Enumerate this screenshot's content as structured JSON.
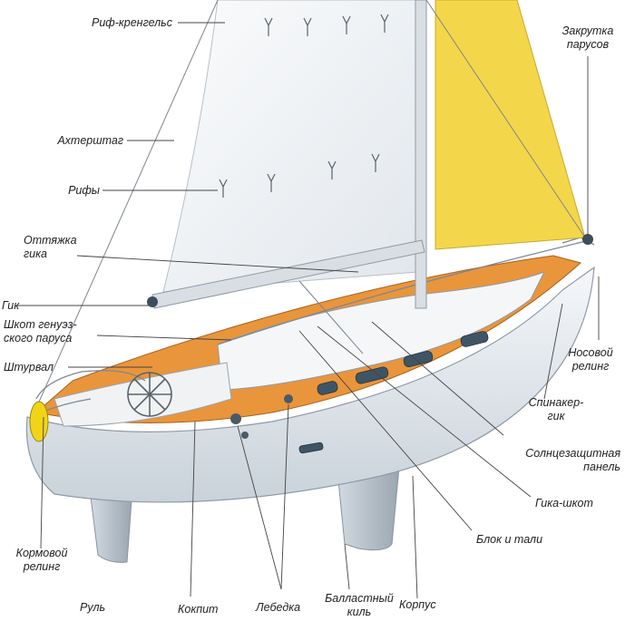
{
  "labels": {
    "rif_krengels": "Риф-кренгельс",
    "zakrutka": [
      "Закрутка",
      "парусов"
    ],
    "ahtershtag": "Ахтерштаг",
    "rify": "Рифы",
    "ottyazhka": [
      "Оттяжка",
      "гика"
    ],
    "gik": "Гик",
    "shkot_genua": [
      "Шкот генуэз-",
      "ского паруса"
    ],
    "shturval": "Штурвал",
    "nosovoy_reling": [
      "Носовой",
      "релинг"
    ],
    "spinaker_gik": [
      "Спинакер-",
      "гик"
    ],
    "solntsezashchitnaya": [
      "Солнцезащитная",
      "панель"
    ],
    "gika_shkot": "Гика-шкот",
    "blok_i_tali": "Блок и тали",
    "kormovoy_reling": [
      "Кормовой",
      "релинг"
    ],
    "rul": "Руль",
    "kokpit": "Кокпит",
    "lebedka": "Лебедка",
    "ballastny_kil": [
      "Балластный",
      "киль"
    ],
    "korpus": "Корпус"
  },
  "colors": {
    "sail_yellow": "#f4d64a",
    "deck_orange": "#e9953c",
    "hull_white": "#eef1f4",
    "keel_grey": "#b9c3cc",
    "sail_white": "#f4f6f8",
    "leader_line": "#444444"
  }
}
